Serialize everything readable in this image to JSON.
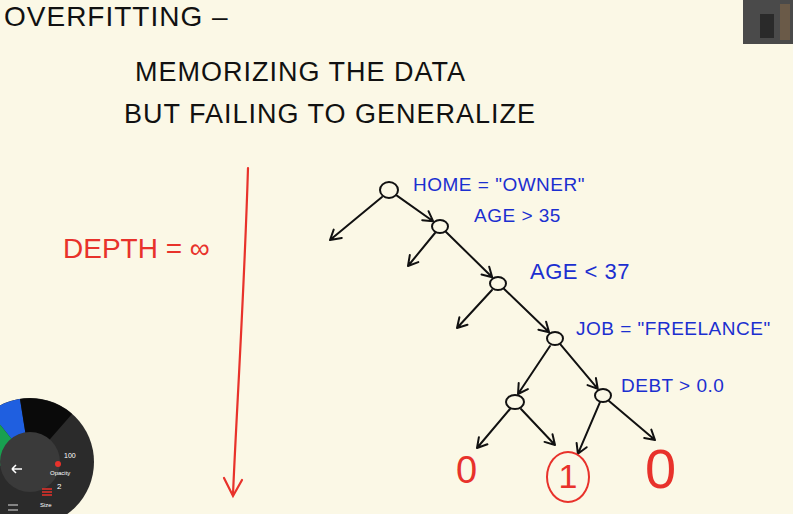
{
  "diagram": {
    "title": "OVERFITTING –",
    "nodes": [
      {
        "text": [
          "HOME = \"OWNER\""
        ]
      },
      {
        "text": [
          "AGE > 35"
        ]
      },
      {
        "text": [
          "AGE < 37"
        ]
      },
      {
        "text": [
          "JOB = \"FREELANCE\""
        ]
      },
      {
        "text": [
          "DEBT > 0.0"
        ]
      },
      {
        "text": [
          "1"
        ]
      }
    ],
    "edges": [
      {
        "from": 0,
        "to": 1,
        "arrow": "to"
      },
      {
        "from": 1,
        "to": 2,
        "arrow": "to"
      },
      {
        "from": 2,
        "to": 3,
        "arrow": "to"
      },
      {
        "from": 3,
        "to": 4,
        "arrow": "to"
      },
      {
        "from": 4,
        "to": 5,
        "arrow": "to"
      }
    ],
    "labels": [
      "MEMORIZING THE DATA",
      "BUT FAILING TO GENERALIZE",
      "DEPTH = ∞",
      "0",
      "0",
      "100",
      "Opacity",
      "2",
      "Size"
    ]
  }
}
